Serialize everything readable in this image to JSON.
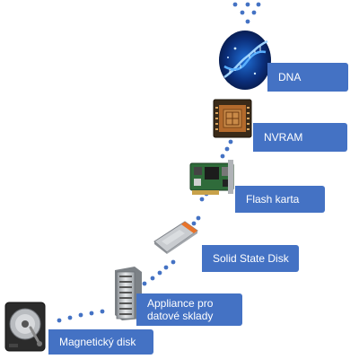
{
  "stages": [
    {
      "id": "magneticky-disk",
      "label": "Magnetický disk",
      "icon": "hard-disk-icon"
    },
    {
      "id": "appliance",
      "label": "Appliance pro\ndatové sklady",
      "icon": "server-appliance-icon"
    },
    {
      "id": "ssd",
      "label": "Solid State Disk",
      "icon": "ssd-icon"
    },
    {
      "id": "flash",
      "label": "Flash karta",
      "icon": "flash-card-icon"
    },
    {
      "id": "nvram",
      "label": "NVRAM",
      "icon": "chip-icon"
    },
    {
      "id": "dna",
      "label": "DNA",
      "icon": "dna-icon"
    }
  ],
  "colors": {
    "box": "#4472c4",
    "dots": "#4472c4",
    "label_text": "#ffffff"
  }
}
